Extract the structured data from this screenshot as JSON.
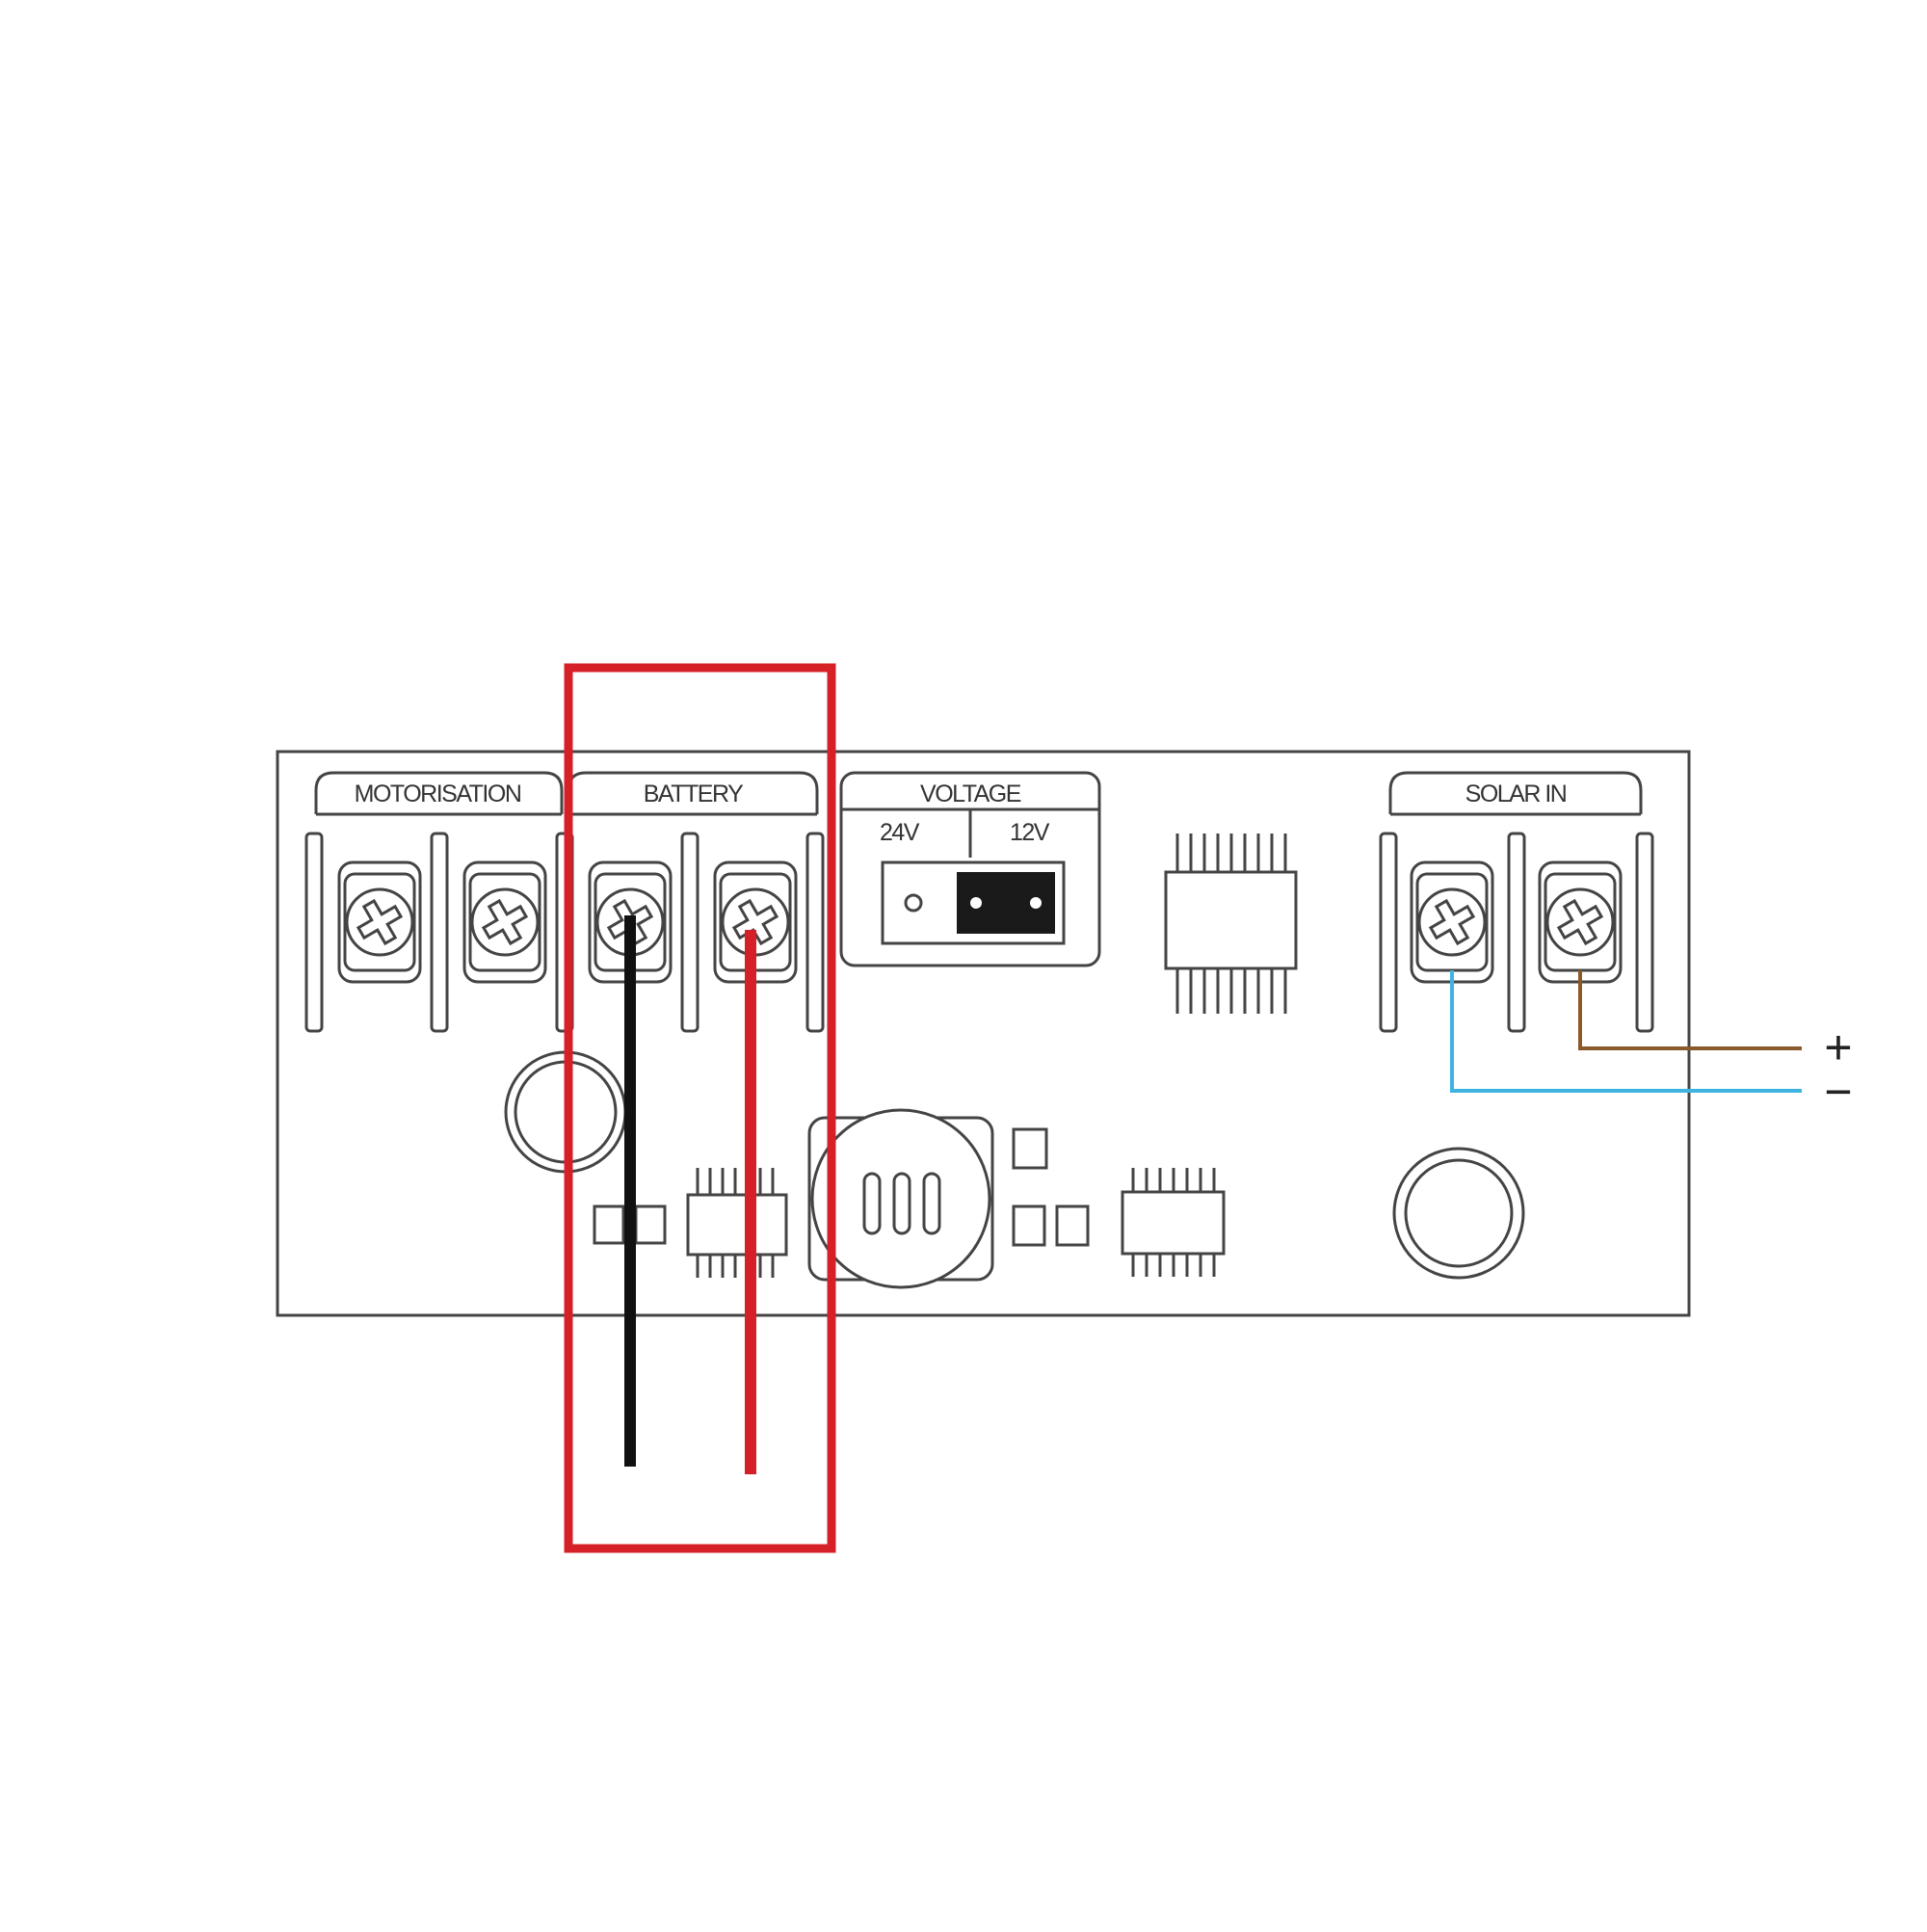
{
  "labels": {
    "motorisation": "MOTORISATION",
    "battery": "BATTERY",
    "voltage": "VOLTAGE",
    "v24": "24V",
    "v12": "12V",
    "solar_in": "SOLAR IN",
    "plus": "+",
    "minus": "−"
  },
  "colors": {
    "highlight_box": "#d62027",
    "battery_negative_wire": "#111111",
    "battery_positive_wire": "#d62027",
    "solar_positive_wire": "#8b5a2b",
    "solar_negative_wire": "#3fb4e0",
    "board_outline": "#444444"
  },
  "jumper_setting": "12V",
  "icons": {
    "terminal_screw": "terminal-screw-icon",
    "chip": "chip-icon",
    "capacitor": "capacitor-icon"
  }
}
